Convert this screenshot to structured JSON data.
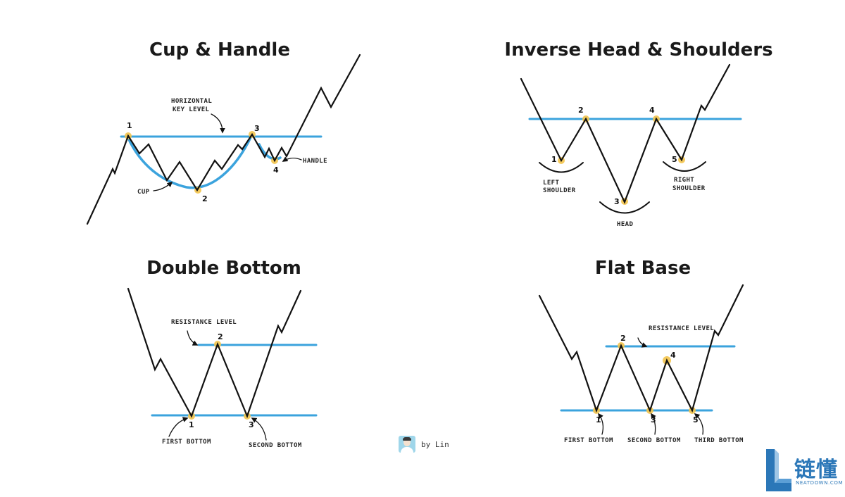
{
  "panels": {
    "cup_handle": {
      "title": "Cup & Handle",
      "labels": {
        "key_level_1": "HORIZONTAL",
        "key_level_2": "KEY LEVEL",
        "cup": "CUP",
        "handle": "HANDLE"
      },
      "points": [
        "1",
        "2",
        "3",
        "4"
      ]
    },
    "inverse_hs": {
      "title": "Inverse Head & Shoulders",
      "labels": {
        "left_1": "LEFT",
        "left_2": "SHOULDER",
        "head": "HEAD",
        "right_1": "RIGHT",
        "right_2": "SHOULDER"
      },
      "points": [
        "1",
        "2",
        "3",
        "4",
        "5"
      ]
    },
    "double_bottom": {
      "title": "Double Bottom",
      "labels": {
        "resistance": "RESISTANCE LEVEL",
        "first": "FIRST BOTTOM",
        "second": "SECOND BOTTOM"
      },
      "points": [
        "1",
        "2",
        "3"
      ]
    },
    "flat_base": {
      "title": "Flat Base",
      "labels": {
        "resistance": "RESISTANCE LEVEL",
        "first": "FIRST BOTTOM",
        "second": "SECOND BOTTOM",
        "third": "THIRD BOTTOM"
      },
      "points": [
        "1",
        "2",
        "3",
        "4",
        "5"
      ]
    }
  },
  "credit": {
    "text": "by Lin"
  },
  "watermark": {
    "cn": "链懂",
    "en": "NEATDOWN.COM"
  },
  "colors": {
    "level_line": "#3ba3dd",
    "price_line": "#111111",
    "highlight": "#f3c44c",
    "logo": "#2b77b8"
  }
}
